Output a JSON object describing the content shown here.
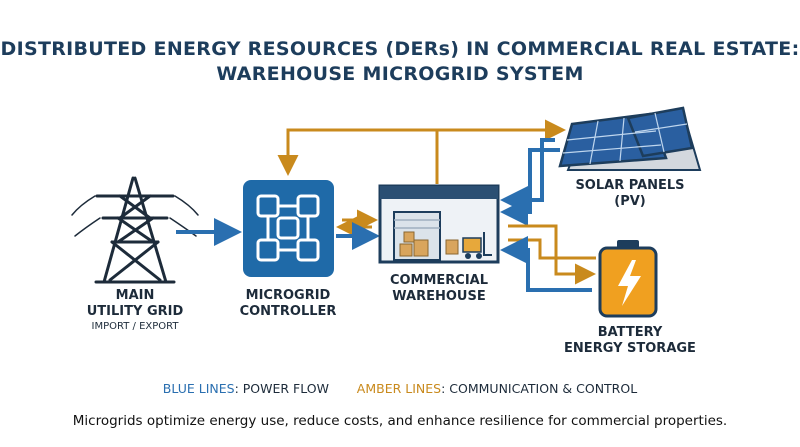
{
  "title": {
    "line1": "DISTRIBUTED ENERGY RESOURCES (DERs) IN COMMERCIAL REAL ESTATE:",
    "line2": "WAREHOUSE MICROGRID SYSTEM"
  },
  "nodes": {
    "grid": {
      "line1": "MAIN",
      "line2": "UTILITY GRID",
      "sub": "IMPORT / EXPORT"
    },
    "controller": {
      "line1": "MICROGRID",
      "line2": "CONTROLLER"
    },
    "warehouse": {
      "line1": "COMMERCIAL",
      "line2": "WAREHOUSE"
    },
    "solar": {
      "line1": "SOLAR PANELS",
      "line2": "(PV)"
    },
    "battery": {
      "line1": "BATTERY",
      "line2": "ENERGY STORAGE"
    }
  },
  "legend": {
    "blue_key": "BLUE LINES",
    "blue_text": ": POWER FLOW",
    "amber_key": "AMBER LINES",
    "amber_text": ": COMMUNICATION & CONTROL"
  },
  "footer": "Microgrids optimize energy use, reduce costs, and enhance resilience for commercial properties.",
  "colors": {
    "power_flow": "#2a6fb0",
    "communication": "#c98a1d",
    "controller": "#1f6aa8",
    "battery": "#f0a020",
    "title": "#1d3d5c"
  }
}
